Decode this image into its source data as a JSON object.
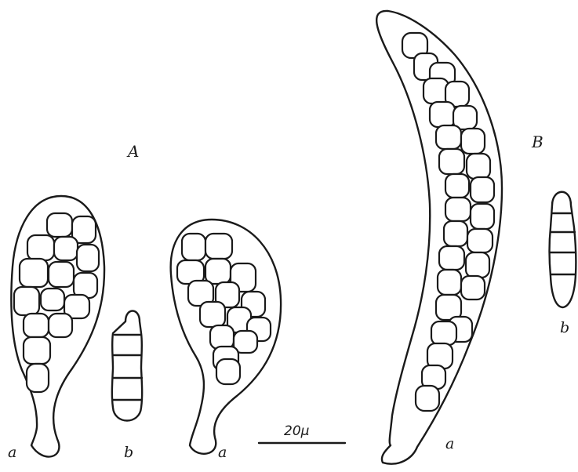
{
  "labels": {
    "group_A": "A",
    "group_B": "B",
    "A_ascus_1": "a",
    "A_spore": "b",
    "A_ascus_2": "a",
    "B_ascus": "a",
    "B_spore": "b"
  },
  "scale_bar": {
    "text": "20μ"
  }
}
